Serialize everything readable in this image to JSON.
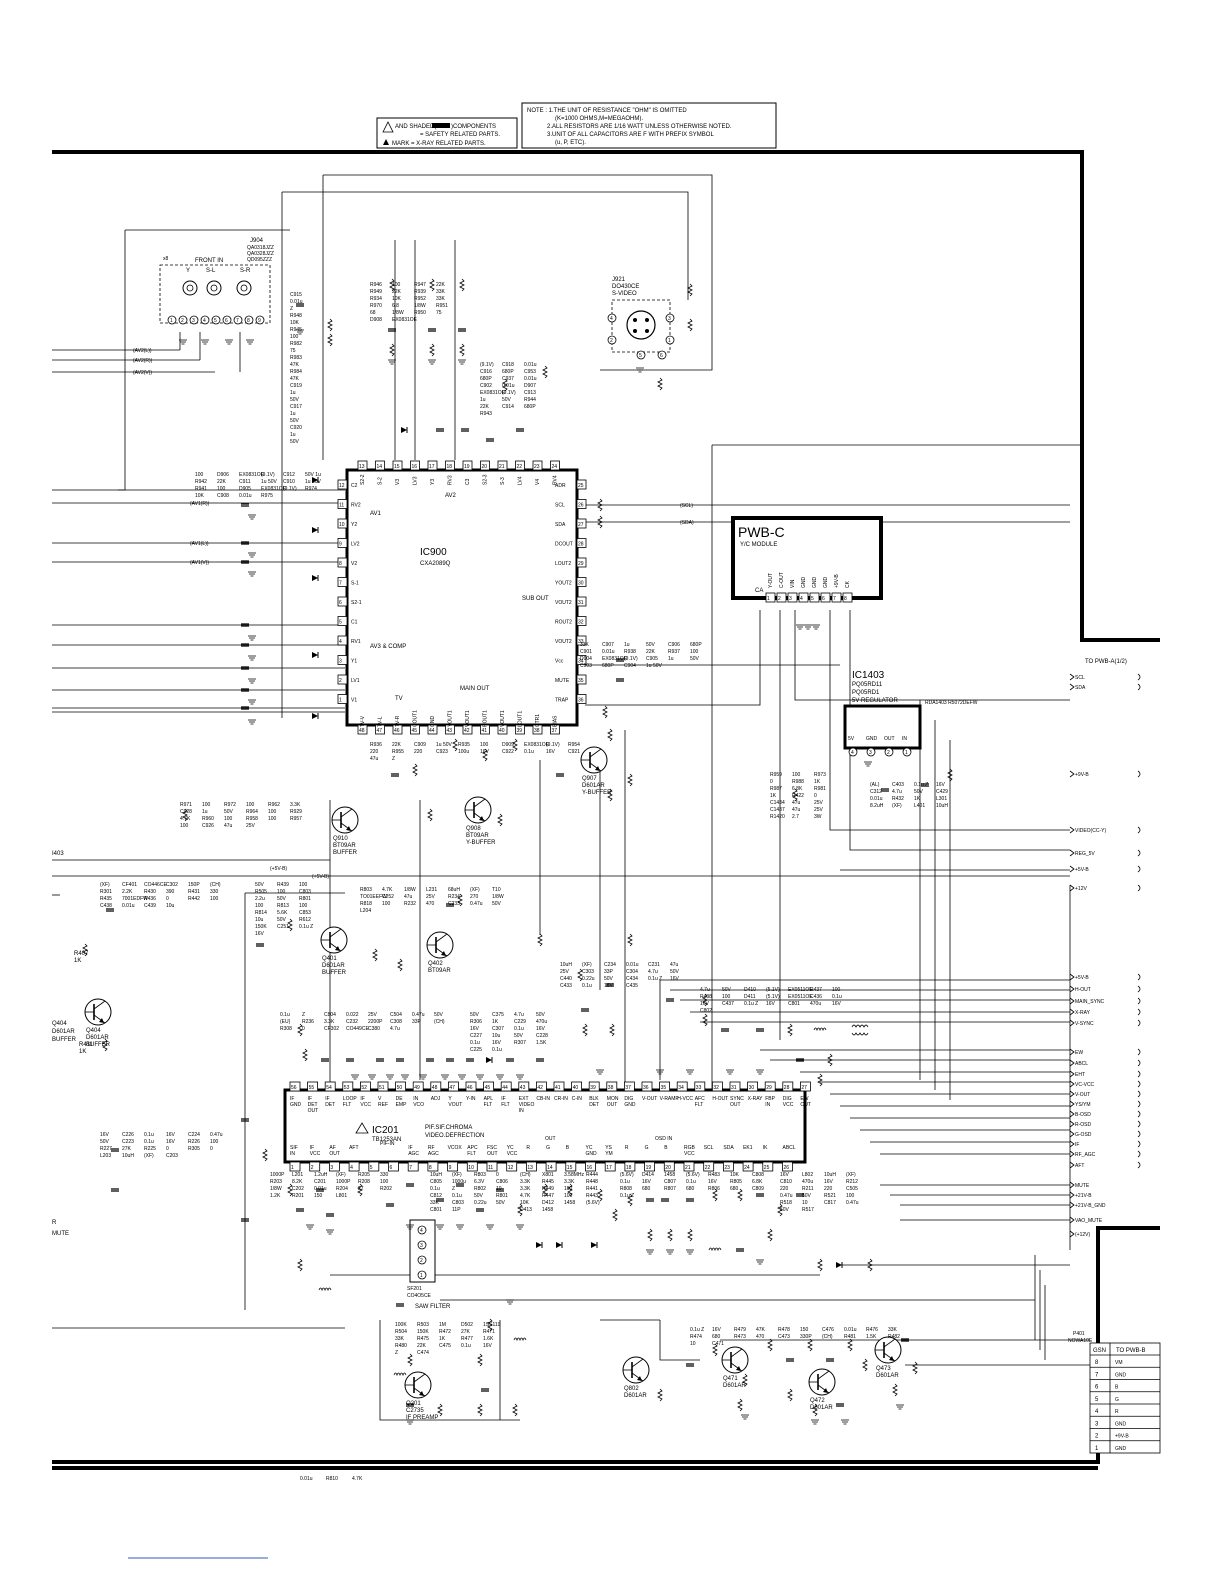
{
  "notes": {
    "safety": {
      "line1": "AND SHADED(",
      "line1b": ")COMPONENTS",
      "line2": "= SAFETY RELATED PARTS.",
      "line3": "MARK = X-RAY RELATED PARTS."
    },
    "lines": [
      "NOTE : 1.THE UNIT OF RESISTANCE \"OHM\" IS OMITTED",
      "(K=1000 OHMS,M=MEGAOHM).",
      "2.ALL RESISTORS ARE 1/16 WATT UNLESS OTHERWISE NOTED.",
      "3.UNIT OF ALL CAPACITORS ARE F WITH PREFIX SYMBOL",
      "(u, P, ETC)."
    ]
  },
  "front_in": {
    "label": "FRONT IN",
    "ref": "J904",
    "parts": [
      "QA0318JZZ",
      "QA0328JZZ",
      "QD095ZZZ"
    ],
    "jacks": [
      "Y",
      "S-L",
      "S-R"
    ]
  },
  "svideo": {
    "ref": "J921",
    "part": "DO430CE",
    "label": "S-VIDEO"
  },
  "ic900": {
    "ref": "IC900",
    "part": "CXA2089Q",
    "inner": [
      "AV1",
      "AV2",
      "AV3 & COMP",
      "SUB OUT",
      "MAIN OUT",
      "TV"
    ],
    "left_pins": [
      {
        "n": "12",
        "l": "C2"
      },
      {
        "n": "11",
        "l": "RV2"
      },
      {
        "n": "10",
        "l": "Y2"
      },
      {
        "n": "9",
        "l": "LV2"
      },
      {
        "n": "8",
        "l": "V2"
      },
      {
        "n": "7",
        "l": "S-1"
      },
      {
        "n": "6",
        "l": "S2-1"
      },
      {
        "n": "5",
        "l": "C1"
      },
      {
        "n": "4",
        "l": "RV1"
      },
      {
        "n": "3",
        "l": "Y1"
      },
      {
        "n": "2",
        "l": "LV1"
      },
      {
        "n": "1",
        "l": "V1"
      }
    ],
    "top_pins": [
      {
        "n": "13",
        "l": "S2-2"
      },
      {
        "n": "14",
        "l": "S-2"
      },
      {
        "n": "15",
        "l": "V3"
      },
      {
        "n": "16",
        "l": "LV3"
      },
      {
        "n": "17",
        "l": "Y3"
      },
      {
        "n": "18",
        "l": "RV3"
      },
      {
        "n": "19",
        "l": "C3"
      },
      {
        "n": "20",
        "l": "S2-3"
      },
      {
        "n": "21",
        "l": "S-3"
      },
      {
        "n": "22",
        "l": "LV4"
      },
      {
        "n": "23",
        "l": "V4"
      },
      {
        "n": "24",
        "l": "RV4"
      }
    ],
    "right_pins": [
      {
        "n": "25",
        "l": "ADR"
      },
      {
        "n": "26",
        "l": "SCL"
      },
      {
        "n": "27",
        "l": "SDA"
      },
      {
        "n": "28",
        "l": "DCOUT"
      },
      {
        "n": "29",
        "l": "LOUT2"
      },
      {
        "n": "30",
        "l": "YOUT2"
      },
      {
        "n": "31",
        "l": "VOUT2"
      },
      {
        "n": "32",
        "l": "ROUT2"
      },
      {
        "n": "33",
        "l": "VOUT2"
      },
      {
        "n": "34",
        "l": "Vcc"
      },
      {
        "n": "35",
        "l": "MUTE"
      },
      {
        "n": "36",
        "l": "TRAP"
      }
    ],
    "bottom_pins": [
      {
        "n": "48",
        "l": "TV-V"
      },
      {
        "n": "47",
        "l": "TV-L"
      },
      {
        "n": "46",
        "l": "TV-R"
      },
      {
        "n": "45",
        "l": "COUT1"
      },
      {
        "n": "44",
        "l": "GND"
      },
      {
        "n": "43",
        "l": "YOUT1"
      },
      {
        "n": "42",
        "l": "VOUT1"
      },
      {
        "n": "41",
        "l": "ROUT1"
      },
      {
        "n": "40",
        "l": "VOUT1"
      },
      {
        "n": "39",
        "l": "LOUT1"
      },
      {
        "n": "38",
        "l": "CTR1"
      },
      {
        "n": "37",
        "l": "BIAS"
      }
    ]
  },
  "pwbc": {
    "title": "PWB-C",
    "subtitle": "Y/C MODULE",
    "conn": "CA",
    "pins": [
      {
        "n": "1",
        "l": "Y-OUT"
      },
      {
        "n": "2",
        "l": "C-OUT"
      },
      {
        "n": "3",
        "l": "VIN"
      },
      {
        "n": "4",
        "l": "GND"
      },
      {
        "n": "5",
        "l": "GND"
      },
      {
        "n": "6",
        "l": "GND"
      },
      {
        "n": "7",
        "l": "+9V-B"
      },
      {
        "n": "8",
        "l": "CK"
      }
    ]
  },
  "ic1403": {
    "ref": "IC1403",
    "parts": [
      "PQ05RD11",
      "PQ05RD1"
    ],
    "desc": "5V REGULATOR",
    "extra": "RDA1403 R5072DEFW",
    "pins": [
      {
        "n": "4",
        "l": "5V"
      },
      {
        "n": "3",
        "l": "GND"
      },
      {
        "n": "2",
        "l": "OUT"
      },
      {
        "n": "1",
        "l": "IN"
      }
    ]
  },
  "ic201": {
    "ref": "IC201",
    "part": "TB1253AN",
    "desc1": "PIF.SIF.CHROMA",
    "desc2": "VIDEO.DEFRECTION",
    "group_labels": [
      "PIF-IN",
      "OUT",
      "OSD IN"
    ],
    "top_pins": [
      {
        "n": "56",
        "l": "IF GND"
      },
      {
        "n": "55",
        "l": "IF DET OUT"
      },
      {
        "n": "54",
        "l": "IF DET"
      },
      {
        "n": "53",
        "l": "LOOP FLT"
      },
      {
        "n": "52",
        "l": "IF VCC"
      },
      {
        "n": "51",
        "l": "V REF"
      },
      {
        "n": "50",
        "l": "DE EMP"
      },
      {
        "n": "49",
        "l": "IN VCO"
      },
      {
        "n": "48",
        "l": "ADJ"
      },
      {
        "n": "47",
        "l": "Y VOUT"
      },
      {
        "n": "46",
        "l": "Y-IN"
      },
      {
        "n": "45",
        "l": "APL FLT"
      },
      {
        "n": "44",
        "l": "IF FLT"
      },
      {
        "n": "43",
        "l": "EXT VIDEO IN"
      },
      {
        "n": "42",
        "l": "CB-IN"
      },
      {
        "n": "41",
        "l": "CR-IN"
      },
      {
        "n": "40",
        "l": "C-IN"
      },
      {
        "n": "39",
        "l": "BLK DET"
      },
      {
        "n": "38",
        "l": "MON OUT"
      },
      {
        "n": "37",
        "l": "DIG GND"
      },
      {
        "n": "36",
        "l": "V-OUT"
      },
      {
        "n": "35",
        "l": "V-RAMP"
      },
      {
        "n": "34",
        "l": "H-VCC"
      },
      {
        "n": "33",
        "l": "AFC FLT"
      },
      {
        "n": "32",
        "l": "H-OUT"
      },
      {
        "n": "31",
        "l": "SYNC OUT"
      },
      {
        "n": "30",
        "l": "X-RAY"
      },
      {
        "n": "29",
        "l": "FBP IN"
      },
      {
        "n": "28",
        "l": "DIG VCC"
      },
      {
        "n": "27",
        "l": "EW OUT"
      }
    ],
    "bottom_pins": [
      {
        "n": "1",
        "l": "SIF IN"
      },
      {
        "n": "2",
        "l": "IF VCC"
      },
      {
        "n": "3",
        "l": "AF OUT"
      },
      {
        "n": "4",
        "l": "AFT"
      },
      {
        "n": "5",
        "l": ""
      },
      {
        "n": "6",
        "l": ""
      },
      {
        "n": "7",
        "l": "IF AGC"
      },
      {
        "n": "8",
        "l": "RF AGC"
      },
      {
        "n": "9",
        "l": "VCOX"
      },
      {
        "n": "10",
        "l": "APC FLT"
      },
      {
        "n": "11",
        "l": "FSC OUT"
      },
      {
        "n": "12",
        "l": "YC VCC"
      },
      {
        "n": "13",
        "l": "R"
      },
      {
        "n": "14",
        "l": "G"
      },
      {
        "n": "15",
        "l": "B"
      },
      {
        "n": "16",
        "l": "YC GND"
      },
      {
        "n": "17",
        "l": "YS YM"
      },
      {
        "n": "18",
        "l": "R"
      },
      {
        "n": "19",
        "l": "G"
      },
      {
        "n": "20",
        "l": "B"
      },
      {
        "n": "21",
        "l": "RGB VCC"
      },
      {
        "n": "22",
        "l": "SCL"
      },
      {
        "n": "23",
        "l": "SDA"
      },
      {
        "n": "24",
        "l": "EK1"
      },
      {
        "n": "25",
        "l": "IK"
      },
      {
        "n": "26",
        "l": "ABCL"
      }
    ]
  },
  "saw_filter": {
    "ref": "SF201",
    "part": "CO4O5CE",
    "label": "SAW FILTER"
  },
  "transistors": [
    {
      "ref": "Q907",
      "part": "D601AR",
      "role": "Y-BUFFER"
    },
    {
      "ref": "Q908",
      "part": "BT09AR",
      "role": "Y-BUFFER"
    },
    {
      "ref": "Q910",
      "part": "BT09AR",
      "role": "BUFFER"
    },
    {
      "ref": "Q401",
      "part": "D601AR",
      "role": "BUFFER"
    },
    {
      "ref": "Q402",
      "part": "BT09AR",
      "role": ""
    },
    {
      "ref": "Q404",
      "part": "D601AR",
      "role": "BUFFER"
    },
    {
      "ref": "Q201",
      "part": "C2735",
      "role": "IF PREAMP"
    },
    {
      "ref": "Q802",
      "part": "D601AR",
      "role": ""
    },
    {
      "ref": "Q471",
      "part": "D601AR",
      "role": ""
    },
    {
      "ref": "Q472",
      "part": "D601AR",
      "role": ""
    },
    {
      "ref": "Q473",
      "part": "D601AR",
      "role": ""
    }
  ],
  "signals_left": [
    "(AV2(L))",
    "(AV2(R))",
    "(AV2(V))",
    "(AV1(R))",
    "(AV1(L))",
    "(AV1(V))"
  ],
  "to_pwba": {
    "title": "TO PWB-A(1/2)",
    "signals": [
      "SCL",
      "SDA",
      "+9V-B",
      "VIDEO(CC-Y)",
      "REG_5V",
      "+5V-B",
      "+12V",
      "+5V-B",
      "H-OUT",
      "MAIN_SYNC",
      "X-RAY",
      "V-SYNC",
      "EW",
      "ABCL",
      "EHT",
      "VC-VCC",
      "V-OUT",
      "YS/YM",
      "B-OSD",
      "R-OSD",
      "G-OSD",
      "IF",
      "RF_AGC",
      "AFT",
      "MUTE",
      "+21V-B",
      "+21V-B_GND",
      "VAO_MUTE",
      "(+12V)"
    ]
  },
  "mid_signals": [
    "(SCL)",
    "(SDA)",
    "(+5V-B)",
    "(+5V-B)"
  ],
  "gsn": {
    "conn": "GSN",
    "dest": "TO PWB-B",
    "ref": "P401",
    "part": "NOWA10E",
    "rows": [
      {
        "n": "8",
        "l": "VM"
      },
      {
        "n": "7",
        "l": "GND"
      },
      {
        "n": "6",
        "l": "B"
      },
      {
        "n": "5",
        "l": "G"
      },
      {
        "n": "4",
        "l": "R"
      },
      {
        "n": "3",
        "l": "GND"
      },
      {
        "n": "2",
        "l": "+9V-B"
      },
      {
        "n": "1",
        "l": "GND"
      }
    ]
  },
  "left_edge": [
    "I403",
    "Q404",
    "D601AR",
    "BUFFER",
    "R",
    "MUTE",
    "R407",
    "1K",
    "R411",
    "1K"
  ],
  "labels": [
    "C915",
    "0.01u",
    "Z",
    "R948",
    "10K",
    "R945",
    "100",
    "R982",
    "75",
    "R983",
    "47K",
    "R984",
    "47K",
    "C919",
    "1u",
    "50V",
    "C917",
    "1u",
    "50V",
    "C920",
    "1u",
    "50V",
    "R946",
    "100",
    "R947",
    "22K",
    "R949",
    "22K",
    "R939",
    "33K",
    "R934",
    "10K",
    "R952",
    "33K",
    "R970",
    "6.8",
    "1/8W",
    "R951",
    "68",
    "1/8W",
    "R950",
    "75",
    "D908",
    "EX0831OE",
    "(9.1V)",
    "C918",
    "0.01u",
    "C916",
    "680P",
    "C953",
    "680P",
    "C937",
    "0.01u",
    "C902",
    "0.01u",
    "D907",
    "EX0831OE",
    "(9.1V)",
    "C913",
    "1u",
    "50V",
    "R944",
    "22K",
    "C914",
    "680P",
    "R943",
    "100",
    "D906",
    "EX0831OE",
    "(9.1V)",
    "C912",
    "50V 1u",
    "R942",
    "22K",
    "C911",
    "1u 50V",
    "C910",
    "1u 50V",
    "R941",
    "100",
    "D905",
    "EX0831OE",
    "(9.1V)",
    "R974",
    "10K",
    "C908",
    "0.01u",
    "R975",
    "33K",
    "C907",
    "1u",
    "50V",
    "C906",
    "680P",
    "C901",
    "0.01u",
    "R938",
    "22K",
    "R937",
    "100",
    "D904",
    "EX0831OE",
    "(9.1V)",
    "C905",
    "1u",
    "50V",
    "C903",
    "680P",
    "C904",
    "1u 50V",
    "R936",
    "22K",
    "C909",
    "1u 50V",
    "R935",
    "100",
    "D909",
    "EX0831OE",
    "(9.1V)",
    "R954",
    "220",
    "R955",
    "220",
    "C923",
    "100u",
    "16V",
    "C922",
    "0.1u",
    "16V",
    "C921",
    "47u",
    "Z",
    "R971",
    "100",
    "R972",
    "100",
    "R962",
    "3.3K",
    "C928",
    "1u",
    "50V",
    "R964",
    "100",
    "R929",
    "4.7K",
    "R960",
    "100",
    "R958",
    "100",
    "R957",
    "100",
    "C926",
    "47u",
    "25V",
    "R959",
    "100",
    "R973",
    "0",
    "R988",
    "1K",
    "R987",
    "6.8K",
    "R981",
    "1K",
    "R422",
    "0",
    "C1434",
    "47u",
    "25V",
    "C1437",
    "47u",
    "25V",
    "R1420",
    "2.7",
    "3W",
    "(AL)",
    "C403",
    "0.1u Z",
    "16V",
    "C312",
    "4.7u",
    "50V",
    "C429",
    "0.01u",
    "R432",
    "1K",
    "L301",
    "8.2uH",
    "(XF)",
    "L401",
    "10uH",
    "(XF)",
    "CF401",
    "CO446CE",
    "C302",
    "150P",
    "(CH)",
    "R301",
    "2.2K",
    "R430",
    "390",
    "R431",
    "330",
    "R435",
    "7001EDFW",
    "R436",
    "0",
    "R442",
    "100",
    "C438",
    "0.01u",
    "C439",
    "10u",
    "50V",
    "R439",
    "100",
    "R505",
    "100",
    "C803",
    "2.2u",
    "50V",
    "R801",
    "100",
    "R813",
    "100",
    "R814",
    "5.6K",
    "C853",
    "10u",
    "50V",
    "R612",
    "150K",
    "C251",
    "0.1u Z",
    "16V",
    "R803",
    "4.7K",
    "1/8W",
    "L231",
    "68uH",
    "(XF)",
    "T10",
    "TO01EEFW",
    "C252",
    "47u",
    "25V",
    "R234",
    "270",
    "1/8W",
    "R818",
    "100",
    "R232",
    "470",
    "C233",
    "0.47u",
    "50V",
    "L204",
    "10uH",
    "(XF)",
    "C234",
    "0.01u",
    "C231",
    "47u",
    "25V",
    "C303",
    "33P",
    "C304",
    "4.7u",
    "50V",
    "C440",
    "0.22u",
    "50V",
    "C434",
    "0.1u Z",
    "16V",
    "C433",
    "0.1u",
    "16V",
    "C435",
    "4.7u",
    "50V",
    "D410",
    "(5.1V)",
    "EX0511OE",
    "R437",
    "100",
    "R438",
    "100",
    "D411",
    "(5.1V)",
    "EX0511OE",
    "C436",
    "0.1u",
    "16V",
    "C437",
    "0.1u Z",
    "16V",
    "C801",
    "470u",
    "16V",
    "C802",
    "0.1u",
    "Z",
    "C804",
    "0.022",
    "25V",
    "C504",
    "0.47u",
    "50V",
    "(EU)",
    "R236",
    "3.3K",
    "C232",
    "2200P",
    "C308",
    "33P",
    "(CH)",
    "R308",
    "0",
    "CF302",
    "CO449CE",
    "C380",
    "4.7u",
    "50V",
    "C375",
    "4.7u",
    "50V",
    "R306",
    "1K",
    "C229",
    "470u",
    "16V",
    "C307",
    "0.1u",
    "16V",
    "C227",
    "10u",
    "50V",
    "C228",
    "0.1u",
    "16V",
    "R307",
    "1.5K",
    "C225",
    "0.1u",
    "16V",
    "C226",
    "0.1u",
    "16V",
    "C224",
    "0.47u",
    "50V",
    "C223",
    "0.1u",
    "16V",
    "R226",
    "100",
    "R227",
    "27K",
    "R225",
    "0",
    "R305",
    "0",
    "L203",
    "10uH",
    "(XF)",
    "C203",
    "1000P",
    "L201",
    "1.2uH",
    "(XF)",
    "R205",
    "330",
    "R203",
    "8.2K",
    "C201",
    "1000P",
    "R208",
    "100",
    "1/8W",
    "C202",
    "0.01u",
    "R204",
    "27",
    "R202",
    "1.2K",
    "R201",
    "150",
    "L801",
    "10uH",
    "(XF)",
    "R803",
    "0",
    "C805",
    "1000u",
    "6.3V",
    "C806",
    "0.1u",
    "Z",
    "R802",
    "10",
    "C812",
    "0.1u",
    "50V",
    "R801",
    "33K",
    "C803",
    "0.22u",
    "50V",
    "C801",
    "11P",
    "(CH)",
    "X801",
    "3.58MHz",
    "R444",
    "3.3K",
    "R445",
    "3.3K",
    "R448",
    "3.3K",
    "R449",
    "100",
    "R441",
    "4.7K",
    "R447",
    "100",
    "R443",
    "10K",
    "D412",
    "1458",
    "(5.6V)",
    "D413",
    "1458",
    "(5.6V)",
    "D414",
    "1458",
    "(5.6V)",
    "R483",
    "10K",
    "C808",
    "0.1u",
    "16V",
    "C807",
    "0.1u",
    "16V",
    "R805",
    "6.8K",
    "R808",
    "680",
    "R807",
    "680",
    "R806",
    "680",
    "C809",
    "0.1u Z",
    "16V",
    "L802",
    "10uH",
    "(XF)",
    "C810",
    "470u",
    "16V",
    "R212",
    "220",
    "R211",
    "220",
    "C505",
    "0.47u",
    "50V",
    "R521",
    "100",
    "R518",
    "10",
    "C817",
    "0.47u",
    "50V",
    "R517",
    "100K",
    "R503",
    "1M",
    "D502",
    "1SS119",
    "R504",
    "150K",
    "R472",
    "27K",
    "R471",
    "33K",
    "R475",
    "1K",
    "R477",
    "1.6K",
    "R480",
    "22K",
    "C475",
    "0.1u",
    "16V",
    "Z",
    "C474",
    "0.1u Z",
    "16V",
    "R479",
    "47K",
    "R478",
    "150",
    "C476",
    "0.01u",
    "R476",
    "33K",
    "R474",
    "680",
    "R473",
    "470",
    "C473",
    "330P",
    "(CH)",
    "R481",
    "1.5K",
    "R482",
    "10",
    "C471",
    "0.01u",
    "R810",
    "4.7K"
  ]
}
